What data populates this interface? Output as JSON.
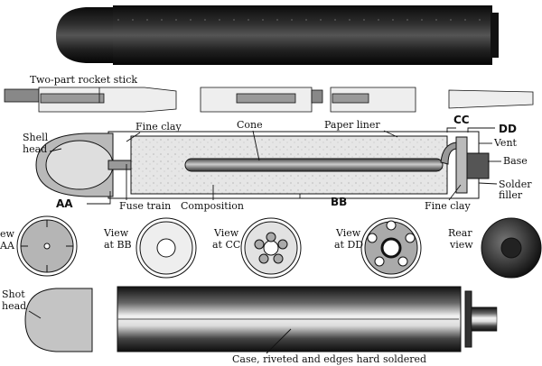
{
  "labels": {
    "rocket_stick": "Two-part rocket stick",
    "shell_head": [
      "Shell",
      "head"
    ],
    "fine_clay_front": "Fine clay",
    "cone": "Cone",
    "paper_liner": "Paper liner",
    "cc": "CC",
    "dd": "DD",
    "vent": "Vent",
    "base": "Base",
    "solder_filler": [
      "Solder",
      "filler"
    ],
    "fine_clay_rear": "Fine clay",
    "bb": "BB",
    "composition": "Composition",
    "fuse_train": "Fuse train",
    "aa": "AA",
    "view_aa": [
      "ew",
      "AA"
    ],
    "view_bb": [
      "View",
      "at BB"
    ],
    "view_cc": [
      "View",
      "at CC"
    ],
    "view_dd": [
      "View",
      "at DD"
    ],
    "rear_view": [
      "Rear",
      "view"
    ],
    "shot_head": [
      "Shot",
      "head"
    ],
    "case": "Case, riveted and edges hard soldered"
  },
  "colors": {
    "metal_dark": "#1a1a1a",
    "fill_gray": "#bdbdbd",
    "composition": "#e6e6e6"
  }
}
